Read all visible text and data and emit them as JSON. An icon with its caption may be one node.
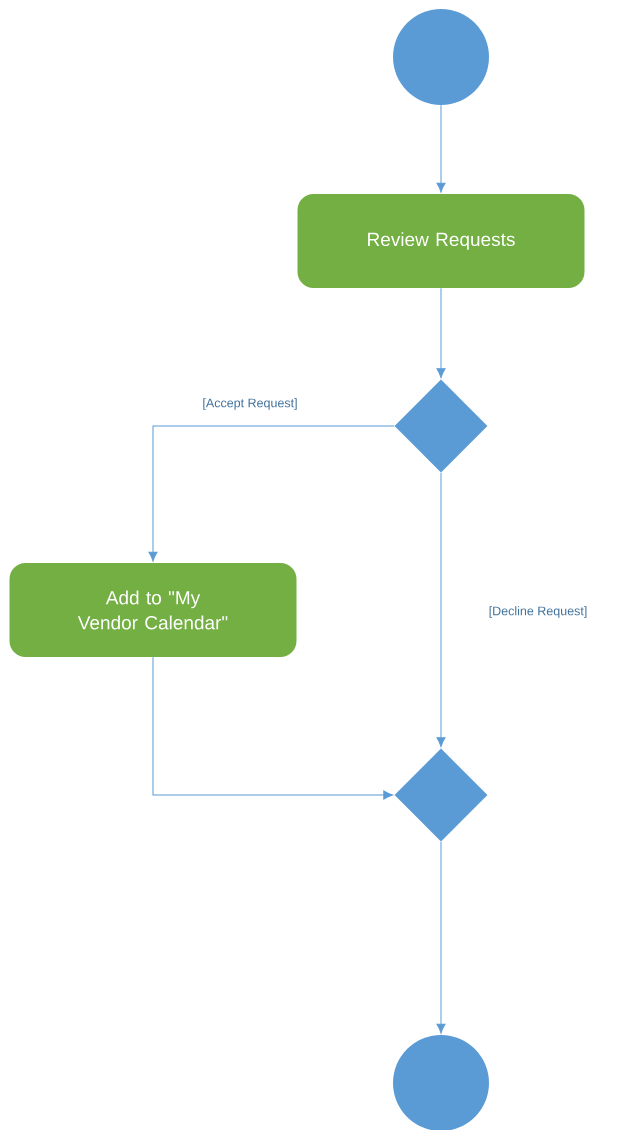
{
  "diagram": {
    "nodes": [
      {
        "text": [],
        "shape": "circle"
      },
      {
        "text": [
          "Review Requests"
        ]
      },
      {
        "text": [],
        "shape": "diamond"
      },
      {
        "text": [
          "Add to \"My Vendor Calendar\""
        ]
      },
      {
        "text": [],
        "shape": "diamond"
      },
      {
        "text": [],
        "shape": "circle"
      }
    ],
    "edges": [
      {
        "from": 0,
        "to": 1,
        "arrow": "to"
      },
      {
        "from": 1,
        "to": 2,
        "arrow": "to"
      },
      {
        "from": 2,
        "to": 3,
        "arrow": "to",
        "label": "[Accept Request]"
      },
      {
        "from": 2,
        "to": 4,
        "arrow": "to",
        "label": "[Decline Request]"
      },
      {
        "from": 3,
        "to": 4,
        "arrow": "to"
      },
      {
        "from": 4,
        "to": 5,
        "arrow": "to"
      }
    ]
  }
}
